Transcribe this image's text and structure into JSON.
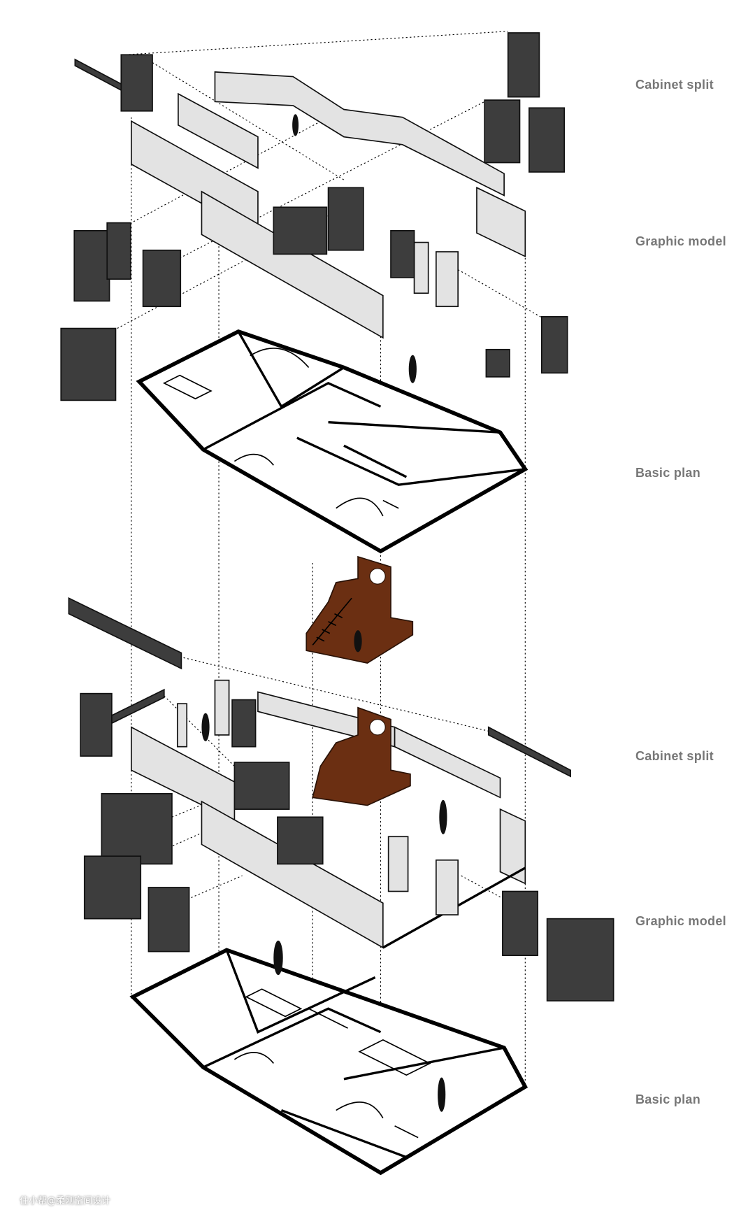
{
  "labels": {
    "upper_cabinet_split": "Cabinet split",
    "upper_graphic_model": "Graphic model",
    "upper_basic_plan": "Basic plan",
    "lower_cabinet_split": "Cabinet split",
    "lower_graphic_model": "Graphic model",
    "lower_basic_plan": "Basic plan"
  },
  "watermark": "住小帮@柔刚空间设计",
  "colors": {
    "wall": "#e3e3e3",
    "cabinet": "#3d3d3d",
    "staircase": "#6b2f12",
    "label": "#777777"
  }
}
